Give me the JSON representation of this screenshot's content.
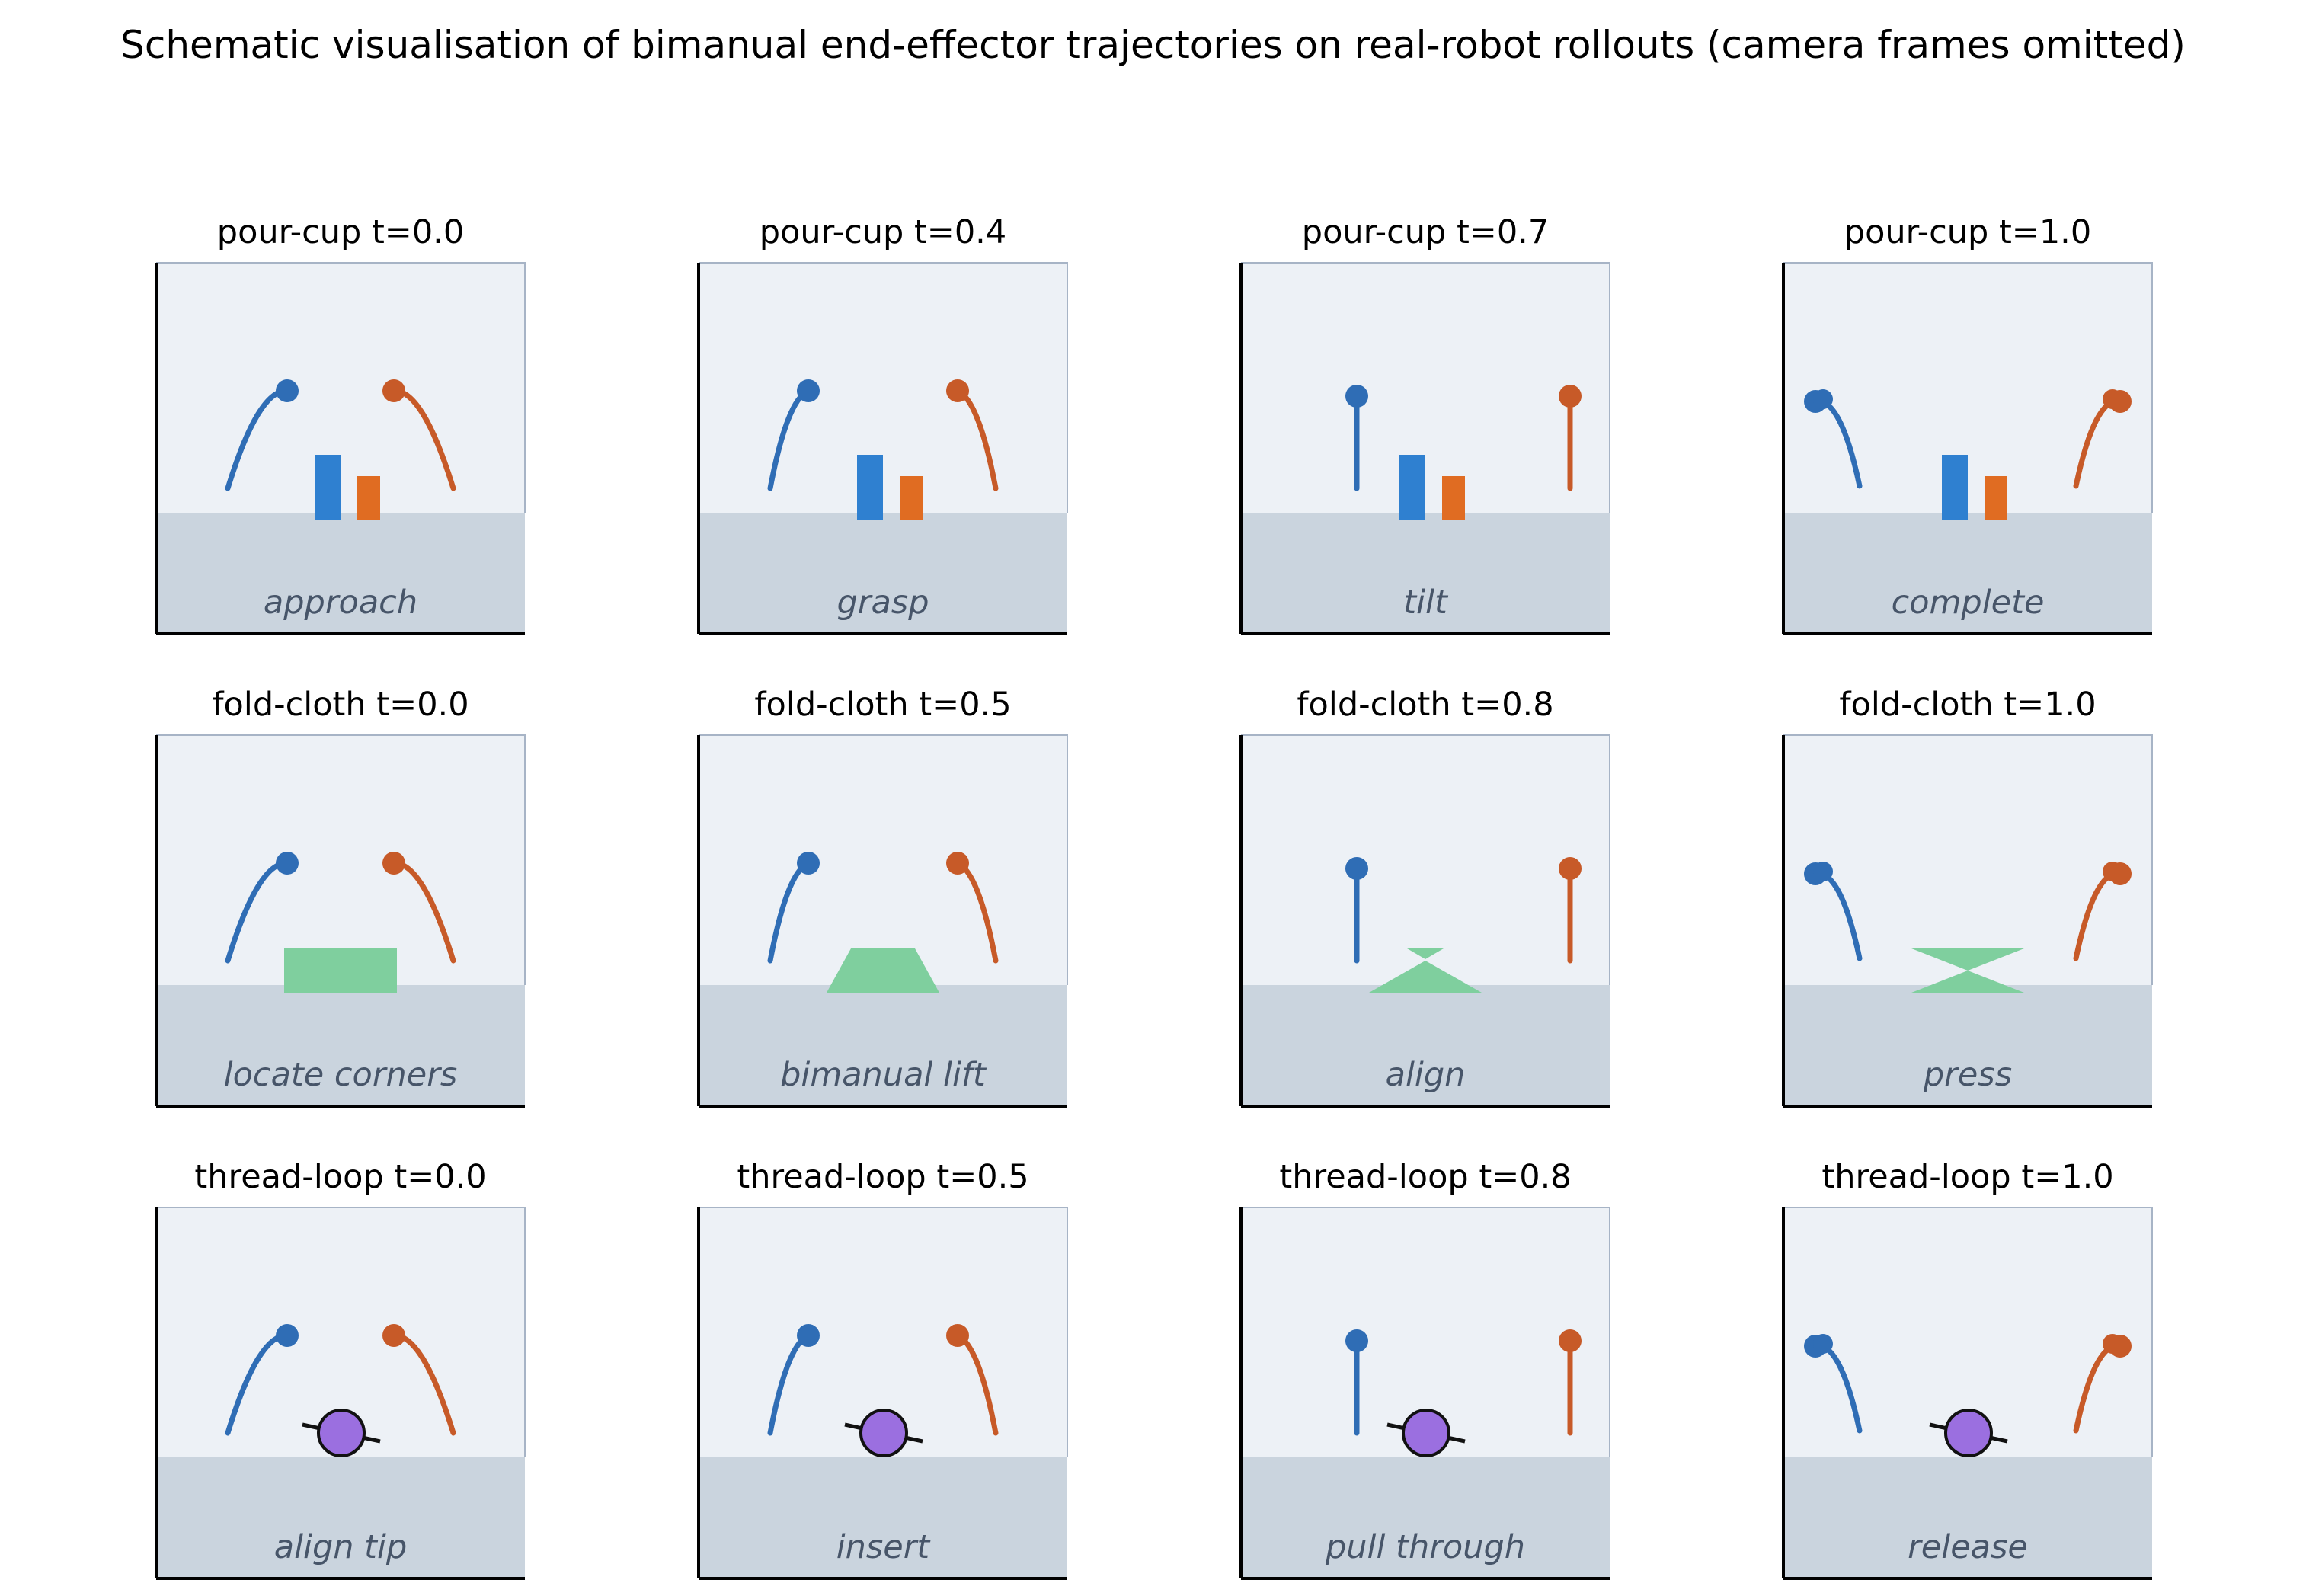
{
  "title": "Schematic visualisation of bimanual end-effector trajectories on real-robot rollouts (camera frames omitted)",
  "colors": {
    "left_arm": "#2f6db5",
    "right_arm": "#c75a28",
    "cup_tall": "#2f80d0",
    "cup_short": "#e06c22",
    "cloth": "#7fcf9e",
    "loop": "#9b6fe0",
    "background": "#edf1f6",
    "table": "#cad4de",
    "frame": "#a7b4c6",
    "label": "#475569"
  },
  "panels": [
    {
      "title": "pour-cup t=0.0",
      "phase": "approach",
      "task": "pour-cup",
      "pose": "reach",
      "object": "cups"
    },
    {
      "title": "pour-cup t=0.4",
      "phase": "grasp",
      "task": "pour-cup",
      "pose": "steep",
      "object": "cups"
    },
    {
      "title": "pour-cup t=0.7",
      "phase": "tilt",
      "task": "pour-cup",
      "pose": "vertical",
      "object": "cups"
    },
    {
      "title": "pour-cup t=1.0",
      "phase": "complete",
      "task": "pour-cup",
      "pose": "retract",
      "object": "cups"
    },
    {
      "title": "fold-cloth t=0.0",
      "phase": "locate corners",
      "task": "fold-cloth",
      "pose": "reach",
      "object": "cloth-flat"
    },
    {
      "title": "fold-cloth t=0.5",
      "phase": "bimanual lift",
      "task": "fold-cloth",
      "pose": "steep",
      "object": "cloth-lift"
    },
    {
      "title": "fold-cloth t=0.8",
      "phase": "align",
      "task": "fold-cloth",
      "pose": "vertical",
      "object": "cloth-align"
    },
    {
      "title": "fold-cloth t=1.0",
      "phase": "press",
      "task": "fold-cloth",
      "pose": "retract",
      "object": "cloth-press"
    },
    {
      "title": "thread-loop t=0.0",
      "phase": "align tip",
      "task": "thread-loop",
      "pose": "reach",
      "object": "loop"
    },
    {
      "title": "thread-loop t=0.5",
      "phase": "insert",
      "task": "thread-loop",
      "pose": "steep",
      "object": "loop"
    },
    {
      "title": "thread-loop t=0.8",
      "phase": "pull through",
      "task": "thread-loop",
      "pose": "vertical",
      "object": "loop"
    },
    {
      "title": "thread-loop t=1.0",
      "phase": "release",
      "task": "thread-loop",
      "pose": "retract",
      "object": "loop"
    }
  ]
}
